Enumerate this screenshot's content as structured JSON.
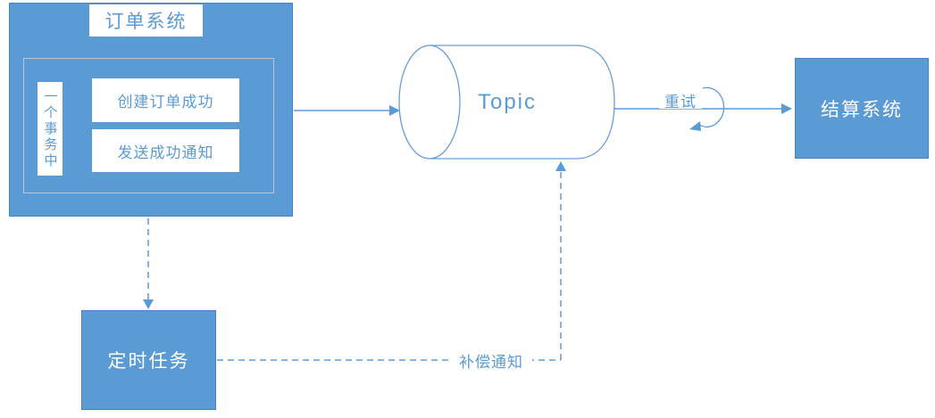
{
  "diagram": {
    "order_system": {
      "title": "订单系统",
      "transaction_label": "一个事务中",
      "steps": [
        {
          "label": "创建订单成功"
        },
        {
          "label": "发送成功通知"
        }
      ]
    },
    "topic": {
      "label": "Topic"
    },
    "settlement_system": {
      "label": "结算系统"
    },
    "scheduled_task": {
      "label": "定时任务"
    },
    "edges": {
      "retry_label": "重试",
      "compensation_label": "补偿通知"
    },
    "colors": {
      "node_fill": "#5B9BD5",
      "node_border": "#4981C2",
      "line_blue": "#5B9BD5",
      "cylinder_stroke": "#6C9CD6",
      "inner_group_border": "#C0C4CC",
      "text_on_white": "#5B9BD5",
      "text_on_blue": "#FFFFFF"
    }
  }
}
